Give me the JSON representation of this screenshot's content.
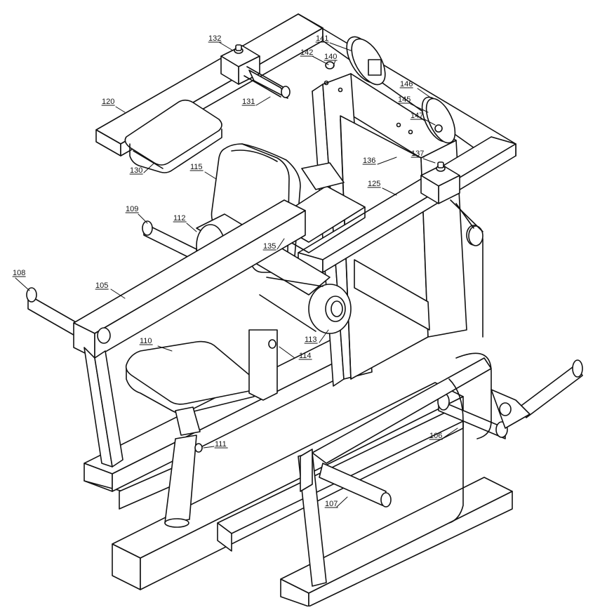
{
  "diagram": {
    "kind": "patent-line-drawing",
    "colors": {
      "line": "#111111",
      "background": "#ffffff",
      "fill": "#ffffff"
    },
    "reference_numerals": [
      "105",
      "106",
      "107",
      "108",
      "109",
      "110",
      "111",
      "112",
      "113",
      "114",
      "115",
      "120",
      "125",
      "130",
      "131",
      "132",
      "135",
      "136",
      "137",
      "140",
      "141",
      "142",
      "145",
      "146",
      "147"
    ]
  }
}
